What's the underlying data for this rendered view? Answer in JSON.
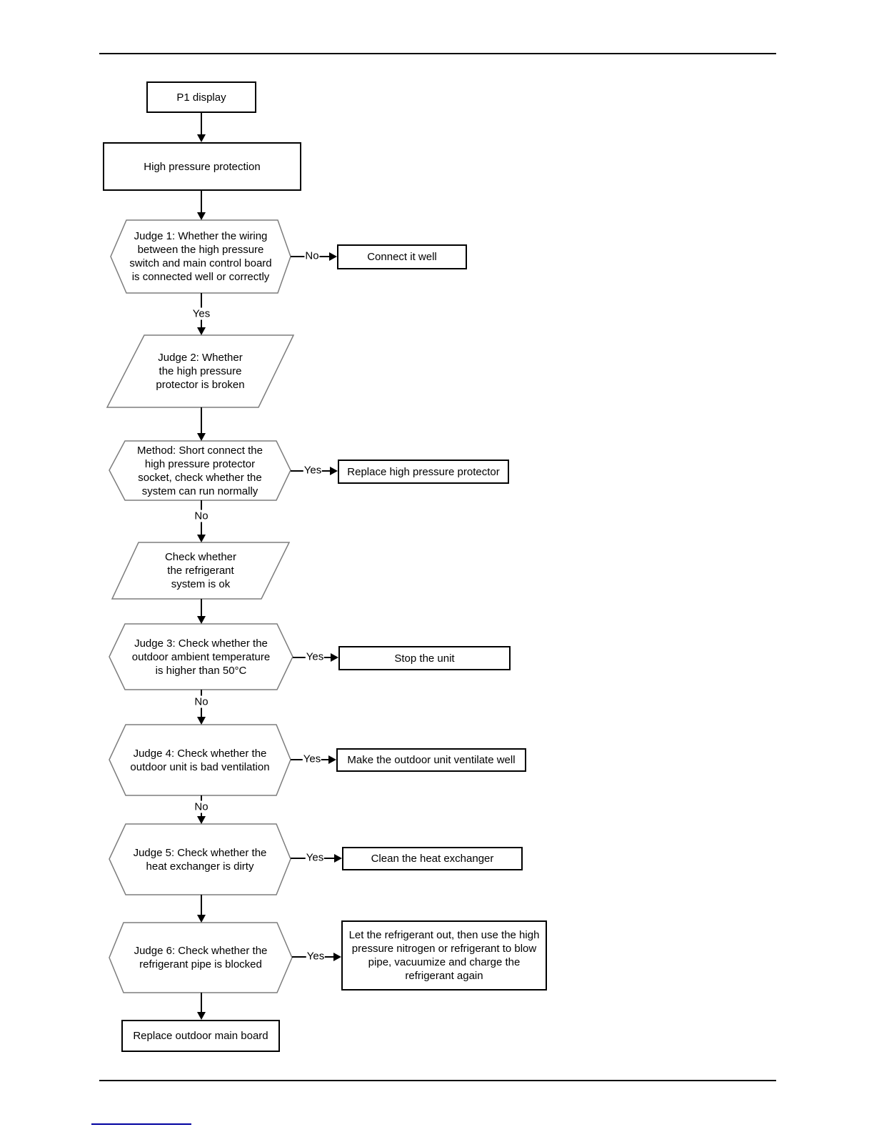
{
  "flowchart": {
    "nodes": {
      "start": {
        "label": "P1 display"
      },
      "problem": {
        "label": "High pressure protection"
      },
      "judge1": {
        "label": "Judge 1: Whether the wiring between the high pressure switch and main control board is connected well or correctly"
      },
      "fix1": {
        "label": "Connect it well"
      },
      "judge2": {
        "label": "Judge 2: Whether the high pressure protector is broken"
      },
      "method": {
        "label": "Method: Short connect the high pressure protector socket, check whether the system can run normally"
      },
      "fix2": {
        "label": "Replace high pressure protector"
      },
      "check_refrigerant": {
        "label": "Check whether the refrigerant system is ok"
      },
      "judge3": {
        "label": "Judge 3: Check whether the outdoor ambient temperature is higher than 50°C"
      },
      "fix3": {
        "label": "Stop the unit"
      },
      "judge4": {
        "label": "Judge 4: Check whether the outdoor unit is bad ventilation"
      },
      "fix4": {
        "label": "Make the outdoor unit ventilate well"
      },
      "judge5": {
        "label": "Judge 5: Check whether the heat exchanger is dirty"
      },
      "fix5": {
        "label": "Clean the heat exchanger"
      },
      "judge6": {
        "label": "Judge 6: Check whether the refrigerant pipe is blocked"
      },
      "fix6": {
        "label": "Let the refrigerant out, then use the high pressure nitrogen or refrigerant to blow pipe, vacuumize and charge the refrigerant again"
      },
      "final": {
        "label": "Replace outdoor main board"
      }
    },
    "edges": {
      "judge1_no": "No",
      "judge1_yes": "Yes",
      "method_yes": "Yes",
      "method_no": "No",
      "judge3_yes": "Yes",
      "judge3_no": "No",
      "judge4_yes": "Yes",
      "judge4_no": "No",
      "judge5_yes": "Yes",
      "judge6_yes": "Yes"
    },
    "colors": {
      "connector_line": "#000000",
      "shape_border": "#7d7d7d",
      "box_border": "#000000",
      "footer_link_line": "#0000a0"
    }
  }
}
